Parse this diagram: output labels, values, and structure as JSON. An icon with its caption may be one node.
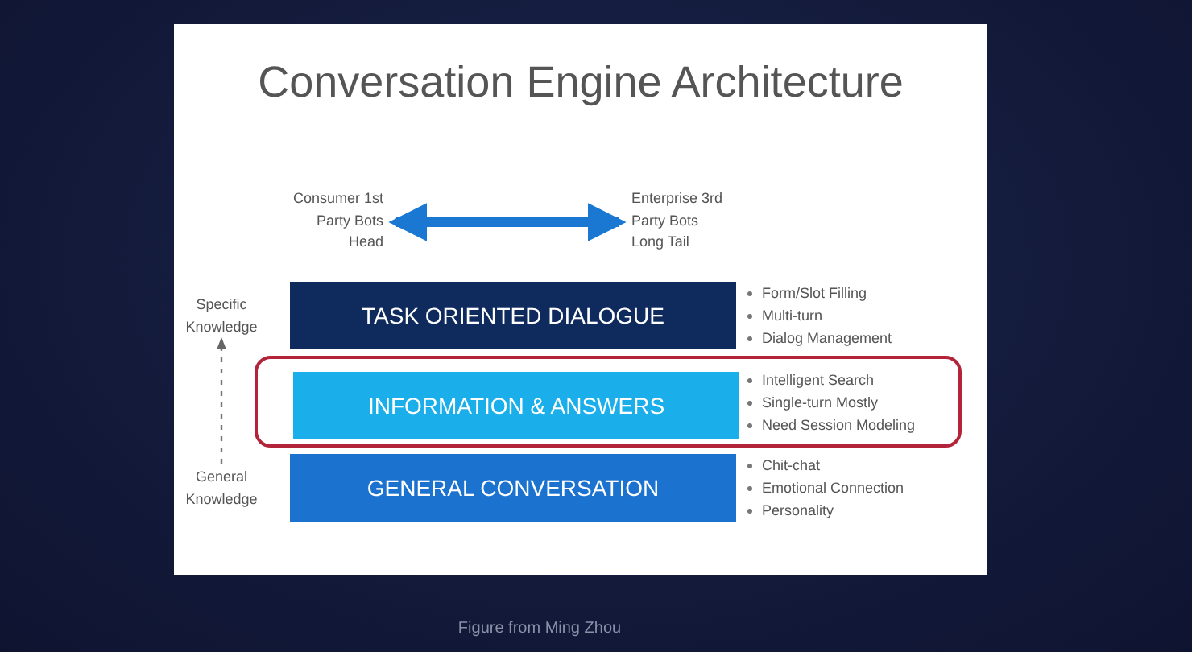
{
  "diagram": {
    "title": "Conversation Engine Architecture",
    "caption": "Figure from Ming Zhou",
    "nodes": [
      {
        "text": [
          "Consumer 1st Party Bots Head"
        ]
      },
      {
        "text": [
          "Enterprise 3rd Party Bots Long Tail"
        ]
      },
      {
        "text": [
          "Specific Knowledge"
        ]
      },
      {
        "text": [
          "TASK ORIENTED DIALOGUE"
        ],
        "beside": [
          "Form/Slot Filling",
          "Multi-turn",
          "Dialog Management"
        ]
      },
      {
        "text": [],
        "shape": "box"
      },
      {
        "text": [
          "INFORMATION & ANSWERS"
        ],
        "in": 4,
        "beside": [
          "Intelligent Search",
          "Single-turn Mostly",
          "Need Session Modeling"
        ]
      },
      {
        "text": [
          "General Knowledge"
        ]
      },
      {
        "text": [
          "GENERAL CONVERSATION"
        ],
        "beside": [
          "Chit-chat",
          "Emotional Connection",
          "Personality"
        ]
      }
    ],
    "edges": [
      {
        "from": 0,
        "to": 1,
        "arrow": "both",
        "style": "thick"
      },
      {
        "from": 6,
        "to": 2,
        "arrow": "to",
        "style": "dashed",
        "color": "#777777"
      }
    ]
  }
}
